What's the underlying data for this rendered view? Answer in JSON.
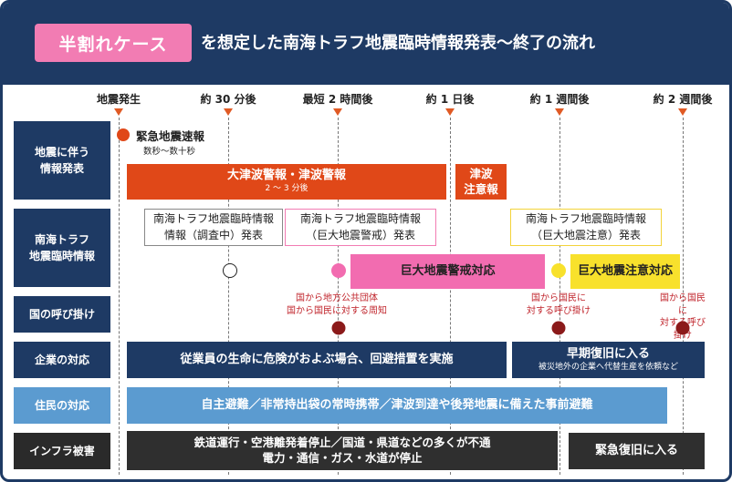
{
  "header": {
    "tag": "半割れケース",
    "title": "を想定した南海トラフ地震臨時情報発表〜終了の流れ"
  },
  "timeline": [
    "地震発生",
    "約 30 分後",
    "最短 2 時間後",
    "約 1 日後",
    "約 1 週間後",
    "約 2 週間後"
  ],
  "rows": {
    "info": "地震に伴う\n情報発表",
    "nankai": "南海トラフ\n地震臨時情報",
    "gov": "国の呼び掛け",
    "company": "企業の対応",
    "resident": "住民の対応",
    "infra": "インフラ被害"
  },
  "info": {
    "quake_alert": "緊急地震速報",
    "quake_alert_time": "数秒〜数十秒",
    "tsunami_warning": "大津波警報・津波警報",
    "tsunami_warning_time": "2 〜 3 分後",
    "tsunami_advisory": "津波\n注意報"
  },
  "nankai": {
    "investigating": "南海トラフ地震臨時情報\n情報（調査中）発表",
    "warning_issued": "南海トラフ地震臨時情報\n（巨大地震警戒）発表",
    "caution_issued": "南海トラフ地震臨時情報\n（巨大地震注意）発表",
    "warning_response": "巨大地震警戒対応",
    "caution_response": "巨大地震注意対応"
  },
  "gov": {
    "call1": "国から地方公共団体\n国から国民に対する周知",
    "call2": "国から国民に\n対する呼び掛け",
    "call3": "国から国民に\n対する呼び掛け"
  },
  "company": {
    "main": "従業員の生命に危険がおよぶ場合、回避措置を実施",
    "recovery": "早期復旧に入る",
    "recovery_sub": "被災地外の企業へ代替生産を依頼など"
  },
  "resident": {
    "main": "自主避難／非常持出袋の常時携帯／津波到達や後発地震に備えた事前避難"
  },
  "infra": {
    "main": "鉄道運行・空港離発着停止／国道・県道などの多くが不通\n電力・通信・ガス・水道が停止",
    "recovery": "緊急復旧に入る"
  },
  "colors": {
    "navy": "#1e3a64",
    "pink": "#f27cb3",
    "orange": "#e04818",
    "yellow": "#f8e12c",
    "blue": "#5b9bd0",
    "dark": "#2f2f2f",
    "red": "#c0252c"
  }
}
